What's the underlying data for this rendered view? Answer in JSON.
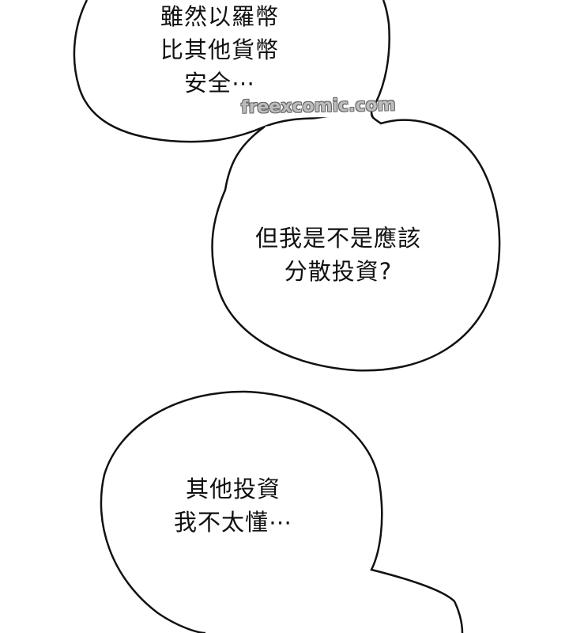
{
  "bubbles": [
    {
      "lines": [
        "雖然以羅幣",
        "比其他貨幣",
        "安全⋯"
      ]
    },
    {
      "lines": [
        "但我是不是應該",
        "分散投資?"
      ]
    },
    {
      "lines": [
        "其他投資",
        "我不太懂⋯"
      ]
    }
  ],
  "watermark": "freexcomic.com",
  "colors": {
    "outline": "#111111",
    "background": "#ffffff"
  }
}
